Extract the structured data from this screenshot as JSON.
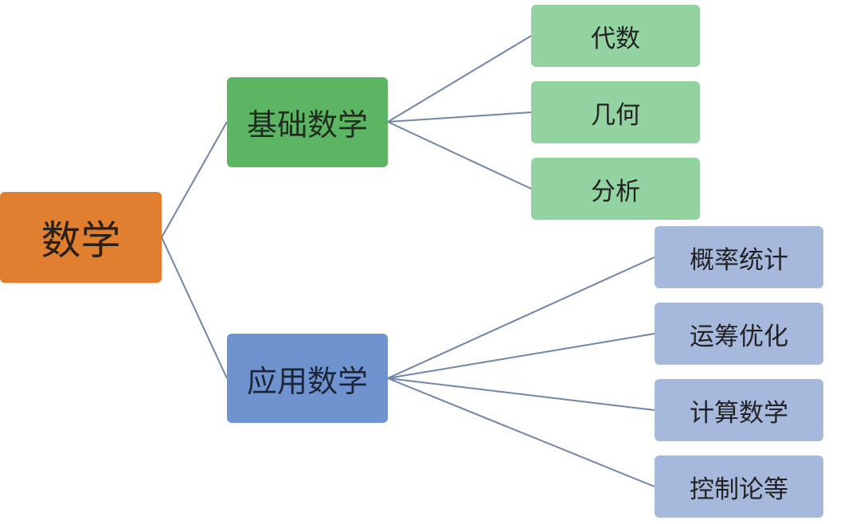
{
  "diagram": {
    "root": {
      "label": "数学"
    },
    "branches": [
      {
        "label": "基础数学",
        "children": [
          "代数",
          "几何",
          "分析"
        ]
      },
      {
        "label": "应用数学",
        "children": [
          "概率统计",
          "运筹优化",
          "计算数学",
          "控制论等"
        ]
      }
    ]
  },
  "colors": {
    "root": "#e07f2f",
    "basic_branch": "#5cb563",
    "applied_branch": "#6f93cf",
    "basic_leaf": "#93d3a2",
    "applied_leaf": "#a6b9dd",
    "connector": "#6f86a8"
  }
}
